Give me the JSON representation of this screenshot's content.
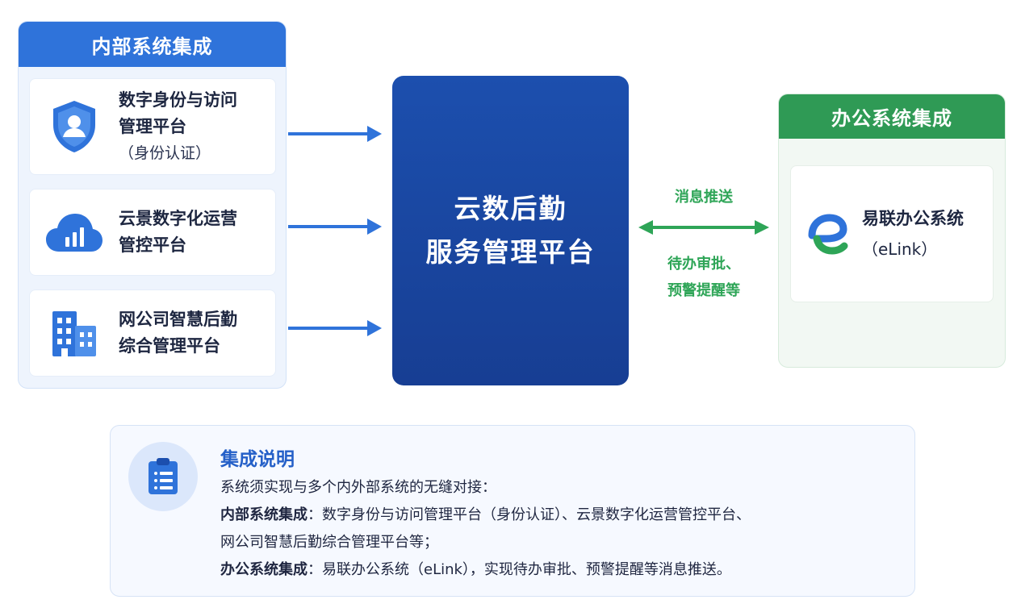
{
  "internal": {
    "title": "内部系统集成",
    "systems": [
      {
        "line1": "数字身份与访问",
        "line2": "管理平台",
        "sub": "（身份认证）",
        "icon": "shield-user-icon"
      },
      {
        "line1": "云景数字化运营",
        "line2": "管控平台",
        "icon": "cloud-chart-icon"
      },
      {
        "line1": "网公司智慧后勤",
        "line2": "综合管理平台",
        "icon": "building-icon"
      }
    ]
  },
  "center": {
    "line1": "云数后勤",
    "line2": "服务管理平台"
  },
  "connector": {
    "top": "消息推送",
    "bottom1": "待办审批、",
    "bottom2": "预警提醒等"
  },
  "office": {
    "title": "办公系统集成",
    "system": {
      "name": "易联办公系统",
      "sub": "（eLink）",
      "icon": "elink-logo-icon"
    }
  },
  "description": {
    "title": "集成说明",
    "line1": "系统须实现与多个内外部系统的无缝对接：",
    "internal_label": "内部系统集成",
    "internal_text": "：数字身份与访问管理平台（身份认证）、云景数字化运营管控平台、",
    "internal_text2": "网公司智慧后勤综合管理平台等；",
    "office_label": "办公系统集成",
    "office_text": "：易联办公系统（eLink），实现待办审批、预警提醒等消息推送。",
    "icon": "clipboard-list-icon"
  },
  "colors": {
    "blue_accent": "#2f73da",
    "center_blue": "#1c4fae",
    "green_accent": "#2f9a55",
    "connector_green": "#2ea557"
  }
}
